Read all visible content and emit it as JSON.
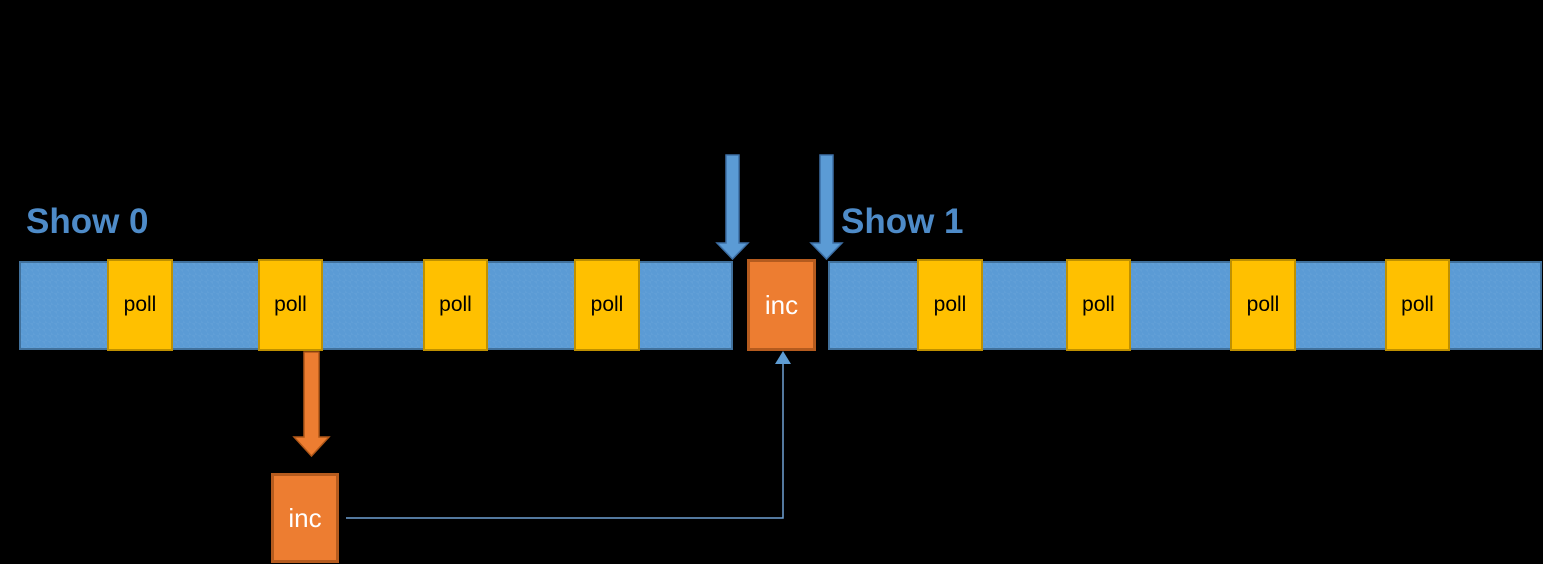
{
  "canvas": {
    "background": "#000000"
  },
  "labels": {
    "show0": "Show 0",
    "show1": "Show 1"
  },
  "blocks": {
    "left_polls": [
      "poll",
      "poll",
      "poll",
      "poll"
    ],
    "right_polls": [
      "poll",
      "poll",
      "poll",
      "poll"
    ],
    "timeline_inc": "inc",
    "callout_inc": "inc"
  },
  "colors": {
    "segment_blue": "#5B9BD5",
    "segment_blue_border": "#41719C",
    "poll_yellow": "#FFC000",
    "poll_yellow_border": "#BF9000",
    "inc_orange": "#ED7D31",
    "inc_orange_border": "#B55B1E",
    "heading_blue": "#4E8BC8",
    "arrow_blue": "#5B9BD5",
    "connector_blue": "#6FA0D2"
  },
  "icons": {
    "show_markers": "down-arrow",
    "poll_to_inc": "down-arrow",
    "inc_return": "up-arrow"
  }
}
